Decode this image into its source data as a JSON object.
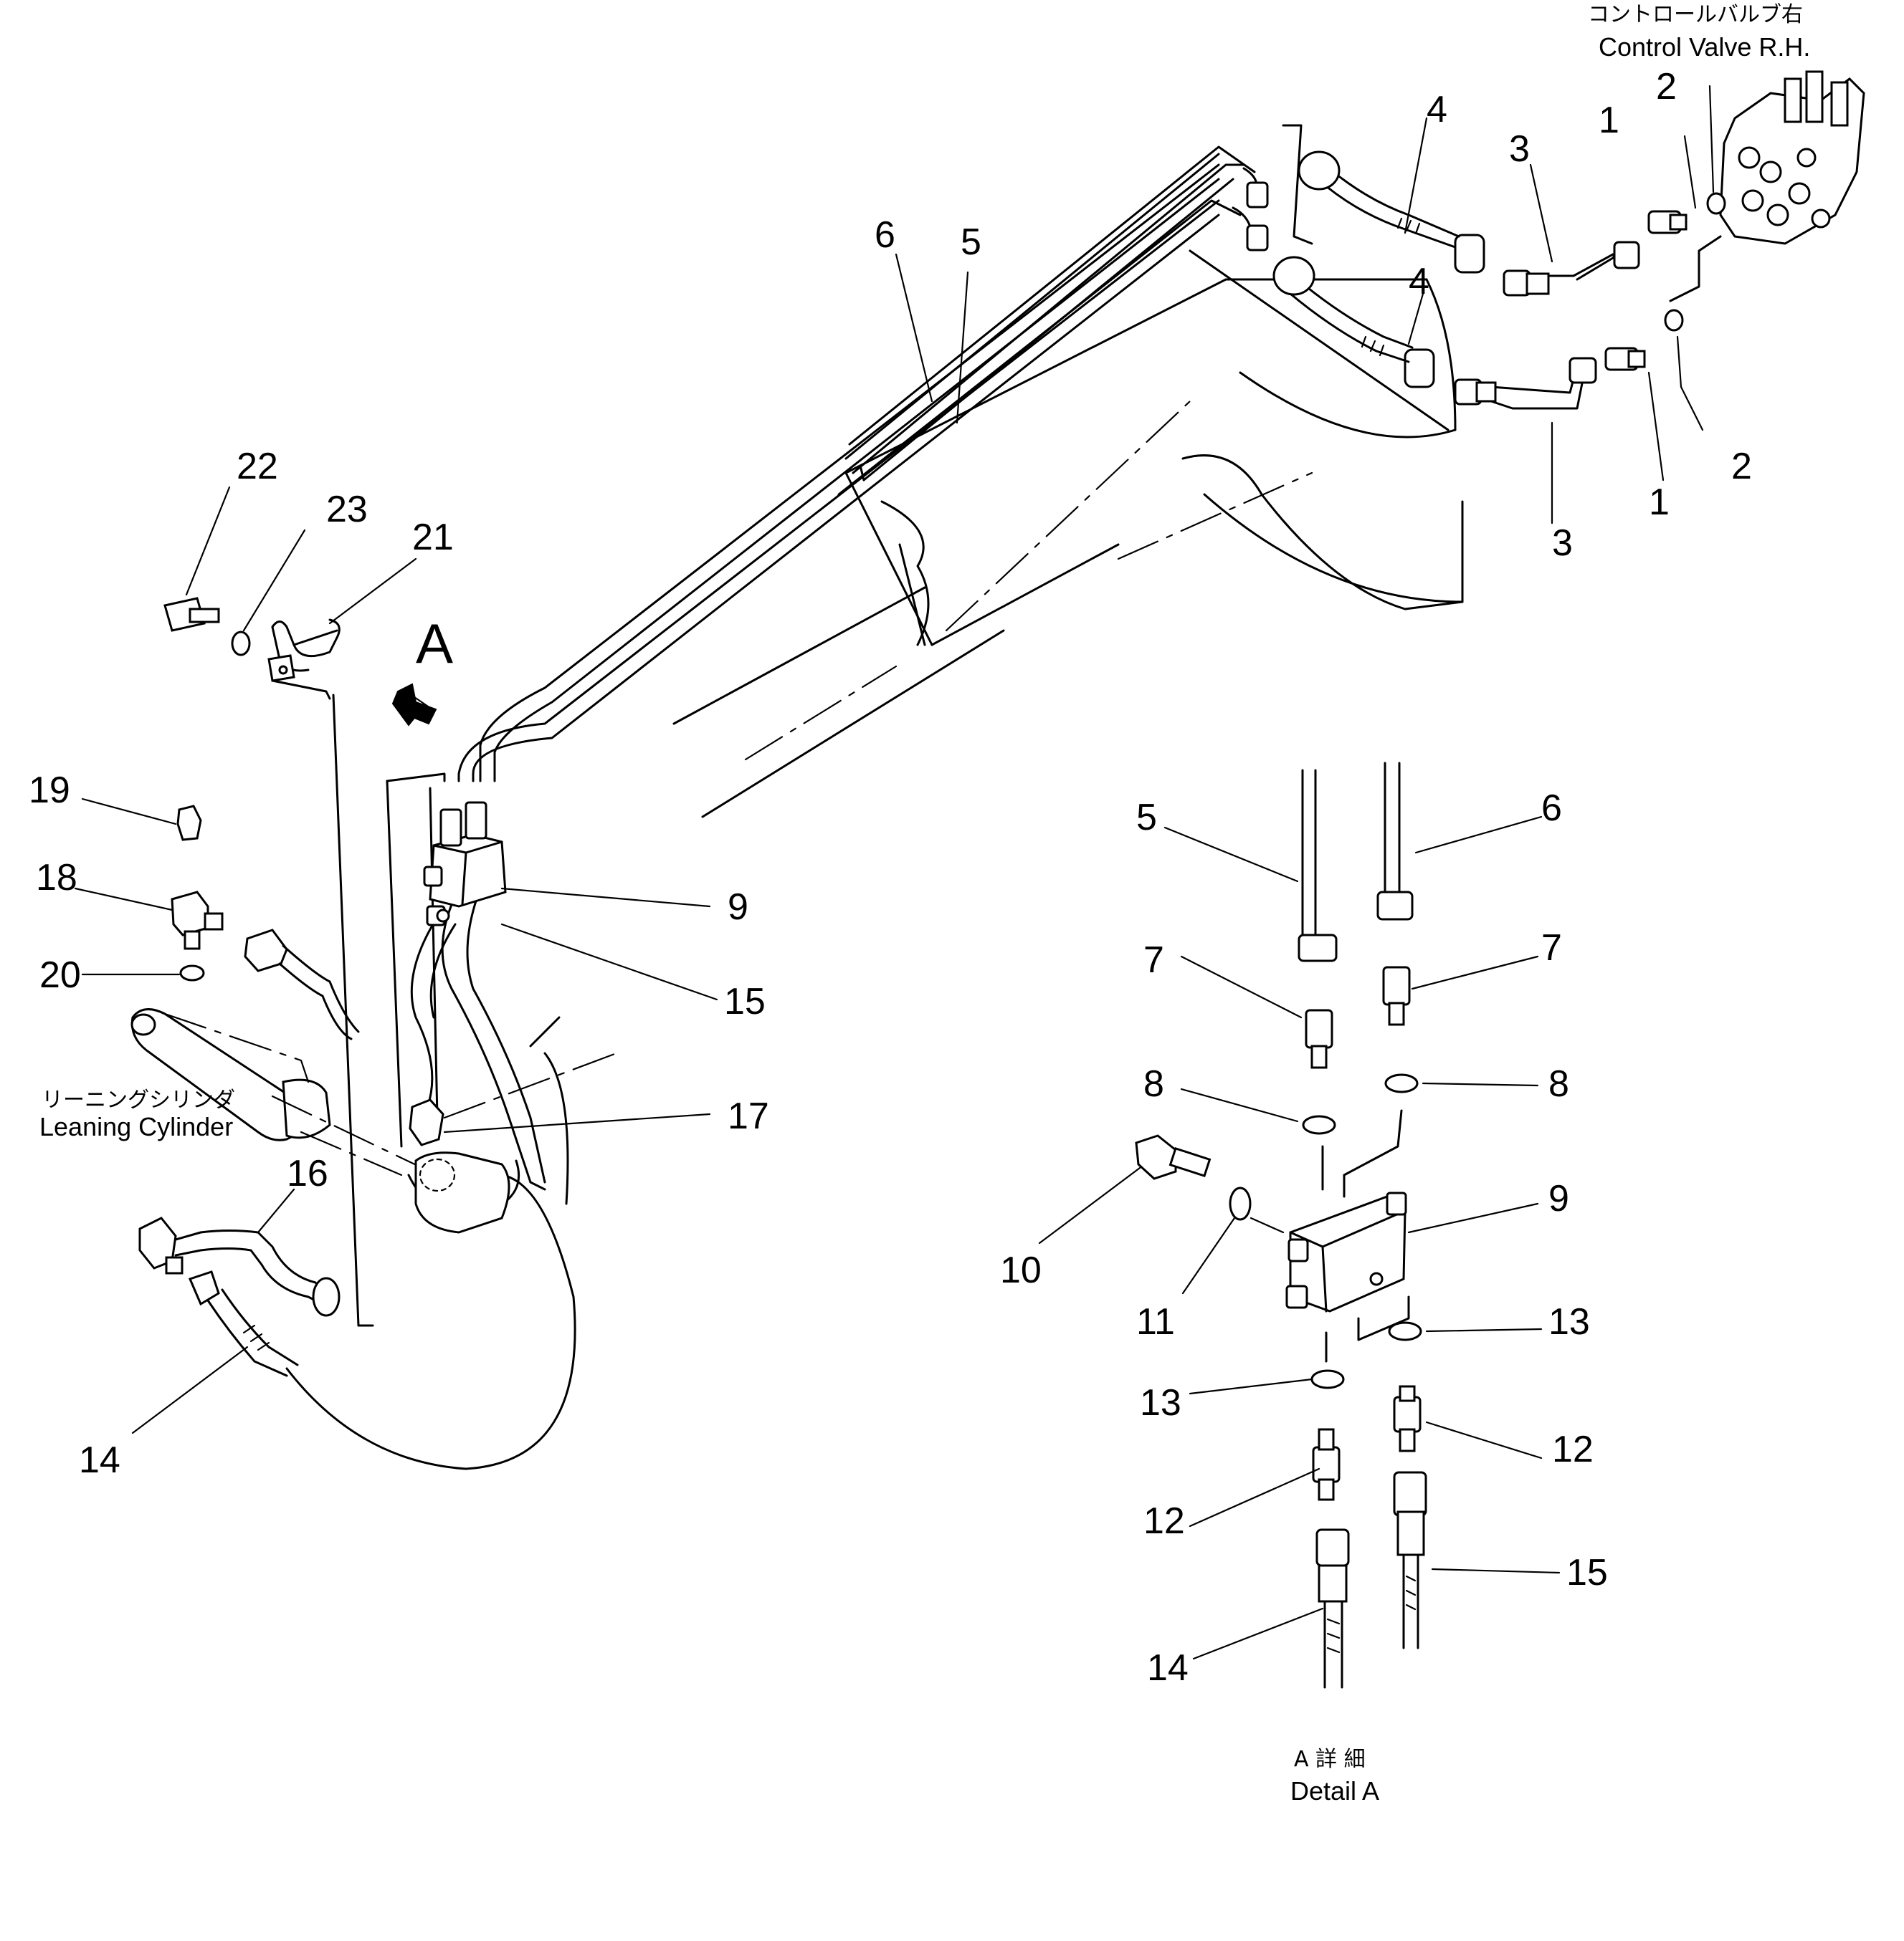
{
  "view_marker": "A",
  "labels": {
    "control_valve_jp": "コントロールバルブ右",
    "control_valve_en": "Control Valve R.H.",
    "leaning_cylinder_jp": "リーニングシリンダ",
    "leaning_cylinder_en": "Leaning Cylinder",
    "detail_jp": "A 詳 細",
    "detail_en": "Detail A"
  },
  "callouts": {
    "c1a": "1",
    "c1b": "1",
    "c2a": "2",
    "c2b": "2",
    "c3a": "3",
    "c3b": "3",
    "c4a": "4",
    "c4b": "4",
    "c5": "5",
    "c6": "6",
    "c9": "9",
    "c14": "14",
    "c15": "15",
    "c16": "16",
    "c17": "17",
    "c18": "18",
    "c19": "19",
    "c20": "20",
    "c21": "21",
    "c22": "22",
    "c23": "23",
    "d5": "5",
    "d6": "6",
    "d7a": "7",
    "d7b": "7",
    "d8a": "8",
    "d8b": "8",
    "d9": "9",
    "d10": "10",
    "d11": "11",
    "d12a": "12",
    "d12b": "12",
    "d13a": "13",
    "d13b": "13",
    "d14": "14",
    "d15": "15"
  }
}
